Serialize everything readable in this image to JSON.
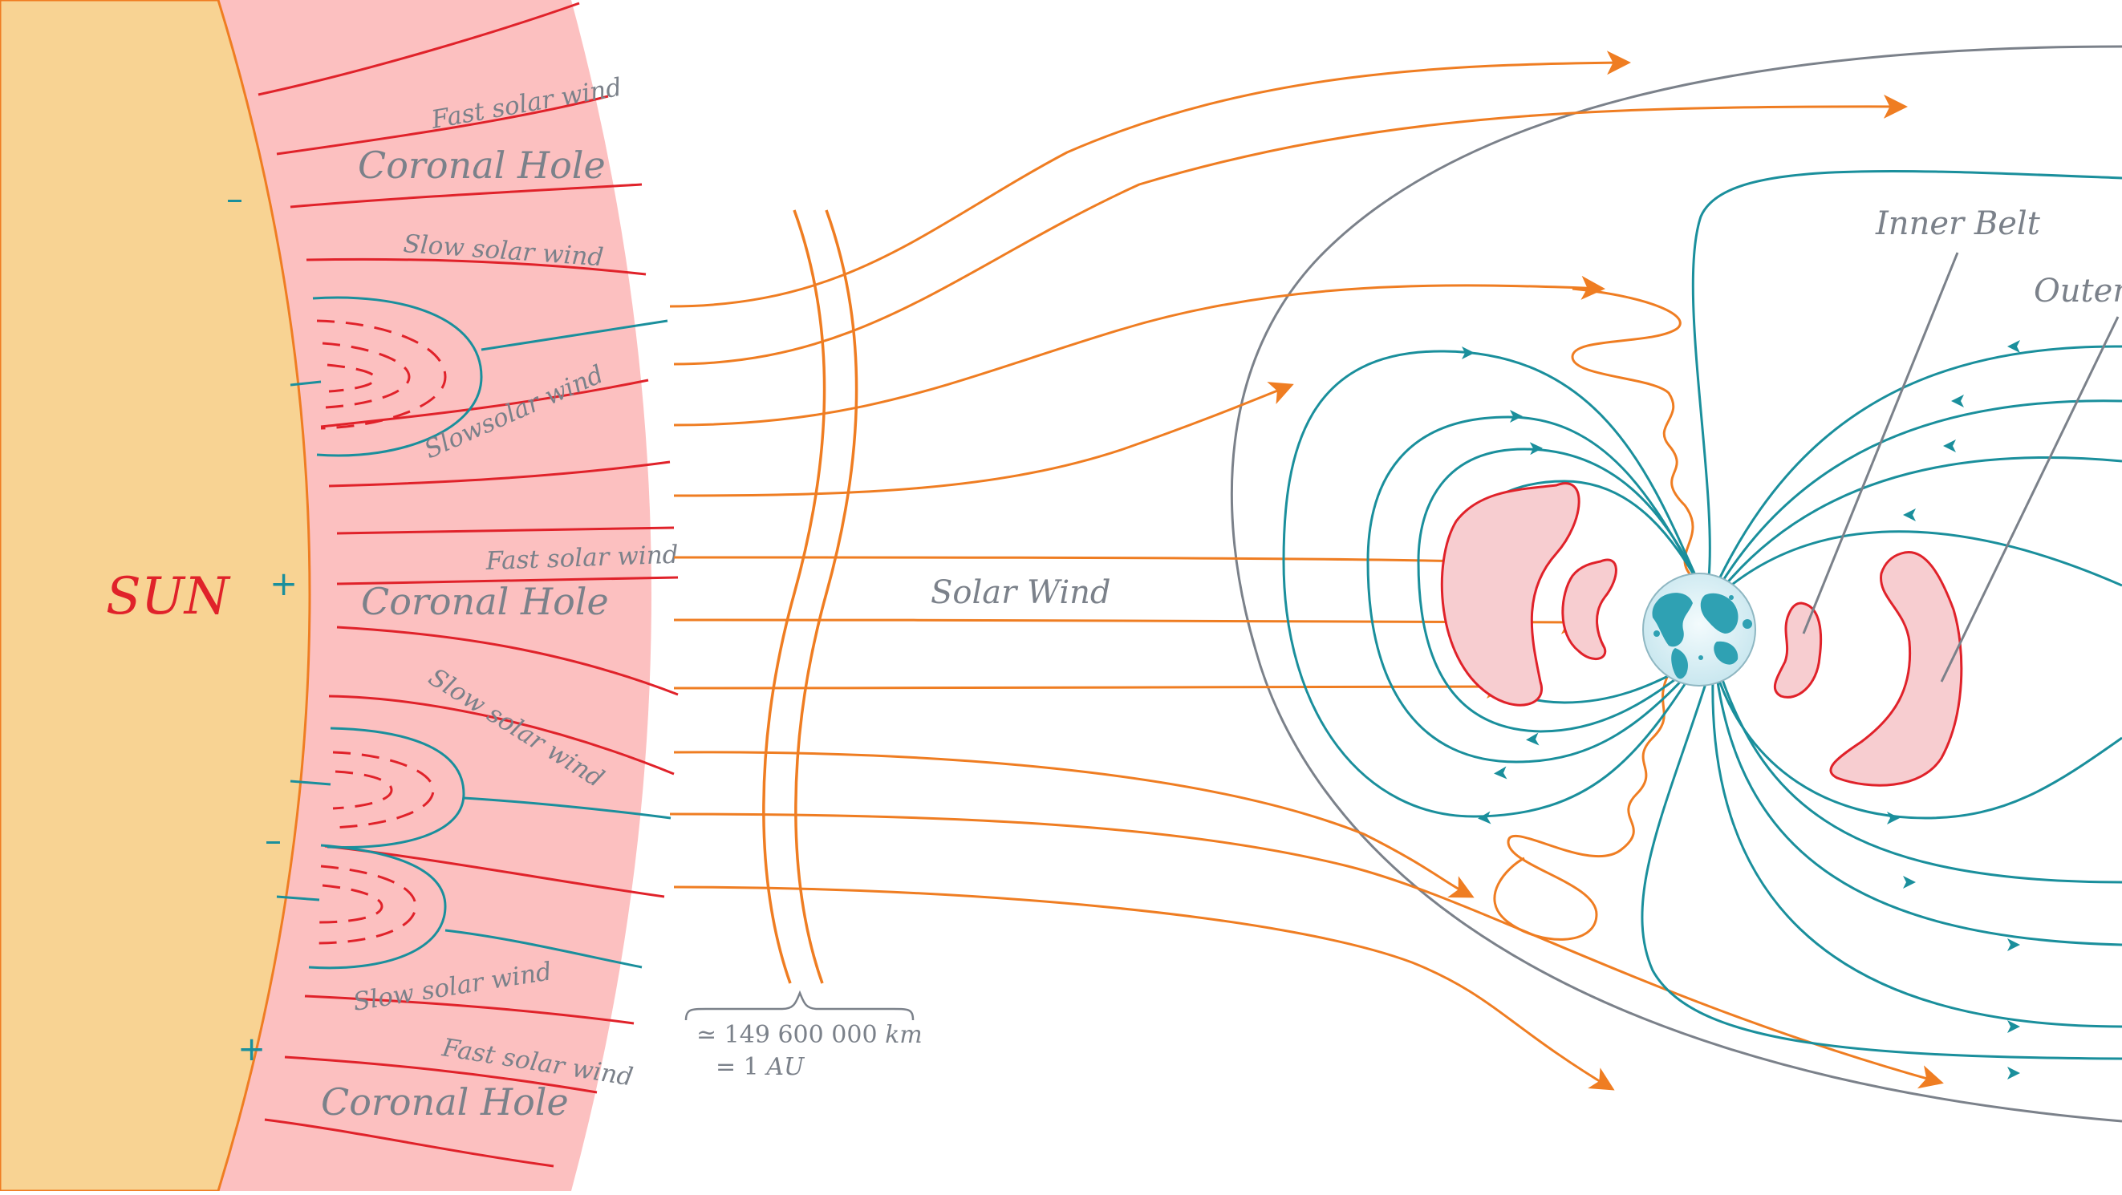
{
  "labels": {
    "sun": "SUN",
    "coronal_hole": "Coronal Hole",
    "fast_solar_wind": "Fast solar wind",
    "slow_solar_wind": "Slow solar wind",
    "slowsolar_wind": "Slowsolar wind",
    "solar_wind": "Solar Wind",
    "inner_belt": "Inner Belt",
    "outer_belt": "Outer",
    "distance_km_prefix": "≃ 149 600 000",
    "distance_km_unit": "km",
    "distance_au_prefix": "=  1",
    "distance_au_unit": "AU",
    "plus": "+",
    "minus": "–"
  },
  "colors": {
    "sun": "#f8d393",
    "corona": "#fcc0c0",
    "sun_edge": "#ef7d22",
    "coronal_field": "#e0222a",
    "magnetic_field": "#1a8f9c",
    "solar_wind": "#ef7d22",
    "belt_fill": "#f7cdd0",
    "belt_stroke": "#e0222a",
    "magnetopause": "#7b818a",
    "label_gray": "#7b818a",
    "sun_label": "#e0222a"
  },
  "icons": {
    "earth": "earth-globe-icon"
  }
}
